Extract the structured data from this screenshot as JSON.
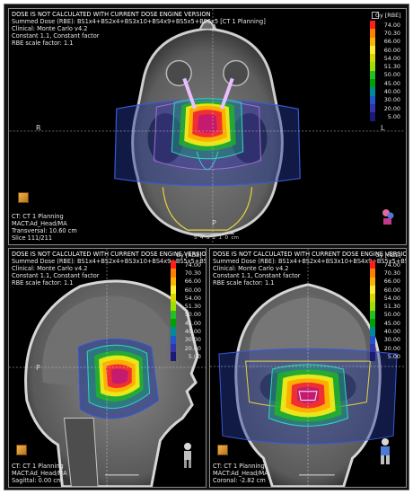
{
  "top_panel": {
    "header": [
      "DOSE IS NOT CALCULATED WITH CURRENT DOSE ENGINE VERSION",
      "Summed Dose (RBE): BS1x4+BS2x4+BS3x10+BS4x9+BS5x5+BS6x5 [CT 1 Planning]",
      "Clinical: Monte Carlo v4.2",
      "Constant 1.1, Constant factor",
      "RBE scale factor: 1.1"
    ],
    "footer": [
      "CT: CT 1 Planning",
      "MACT:Ad_Head/MA",
      "Transversal: 10.60 cm",
      "Slice 111/211"
    ],
    "orientation": {
      "top": "A",
      "left": "R",
      "right": "L",
      "bottom": "P"
    },
    "scale_ticks": [
      "5",
      "4",
      "3",
      "2",
      "1",
      "0"
    ],
    "scale_unit": "cm"
  },
  "sagittal_panel": {
    "header": [
      "DOSE IS NOT CALCULATED WITH CURRENT DOSE ENGINE VERSION",
      "Summed Dose (RBE): BS1x4+BS2x4+BS3x10+BS4x9+BS5x5+BS6x5 [CT 1 Pl",
      "Clinical: Monte Carlo v4.2",
      "Constant 1.1, Constant factor",
      "RBE scale factor: 1.1"
    ],
    "footer": [
      "CT: CT 1 Planning",
      "MACT:Ad_Head/MA",
      "Sagittal: 0.00 cm"
    ],
    "orientation": {
      "left": "P"
    }
  },
  "coronal_panel": {
    "header": [
      "DOSE IS NOT CALCULATED WITH CURRENT DOSE ENGINE VERSION",
      "Summed Dose (RBE): BS1x4+BS2x4+BS3x10+BS4x9+BS5x5+BS6x5 [CT 1 P",
      "Clinical: Monte Carlo v4.2",
      "Constant 1.1, Constant factor",
      "RBE scale factor: 1.1"
    ],
    "footer": [
      "CT: CT 1 Planning",
      "MACT:Ad_Head/MA",
      "Coronal: -2.82 cm"
    ]
  },
  "legend": {
    "unit": "Gy [RBE]",
    "levels": [
      {
        "value": "74.00",
        "color": "#ff1f1f"
      },
      {
        "value": "70.30",
        "color": "#ff7f00"
      },
      {
        "value": "66.00",
        "color": "#ffb300"
      },
      {
        "value": "60.00",
        "color": "#ffee33"
      },
      {
        "value": "54.00",
        "color": "#d9d900"
      },
      {
        "value": "51.30",
        "color": "#9ae000"
      },
      {
        "value": "50.00",
        "color": "#22c022"
      },
      {
        "value": "45.00",
        "color": "#00a000"
      },
      {
        "value": "40.00",
        "color": "#008a9a"
      },
      {
        "value": "30.00",
        "color": "#2255cc"
      },
      {
        "value": "20.00",
        "color": "#3333aa"
      },
      {
        "value": "5.00",
        "color": "#1a1a77"
      }
    ]
  }
}
